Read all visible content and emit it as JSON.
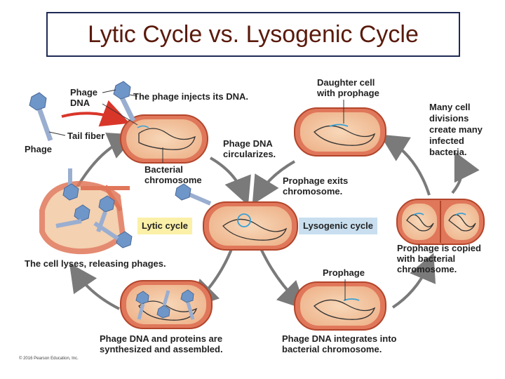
{
  "title": "Lytic Cycle vs. Lysogenic Cycle",
  "labels": {
    "phage_dna": [
      "Phage",
      "DNA"
    ],
    "phage_injects": "The phage injects its DNA.",
    "tail_fiber": "Tail fiber",
    "phage": "Phage",
    "bacterial_chromosome": [
      "Bacterial",
      "chromosome"
    ],
    "phage_dna_circularizes": [
      "Phage DNA",
      "circularizes."
    ],
    "daughter_cell": [
      "Daughter cell",
      "with prophage"
    ],
    "many_cell_divisions": [
      "Many cell",
      "divisions",
      "create many",
      "infected",
      "bacteria."
    ],
    "prophage_exits": [
      "Prophage exits",
      "chromosome."
    ],
    "lytic_cycle": "Lytic cycle",
    "lysogenic_cycle": "Lysogenic cycle",
    "cell_lyses": "The cell lyses, releasing phages.",
    "prophage_copied": [
      "Prophage is copied",
      "with bacterial",
      "chromosome."
    ],
    "prophage": "Prophage",
    "synthesized": [
      "Phage DNA and proteins are",
      "synthesized and assembled."
    ],
    "integrates": [
      "Phage DNA integrates into",
      "bacterial chromosome."
    ],
    "copyright": "© 2016 Pearson Education, Inc."
  },
  "colors": {
    "title_text": "#5a1a0c",
    "title_border": "#1f2b55",
    "cell_wall": "#e0775a",
    "cell_inner": "#f3c9a3",
    "cell_border": "#b3452b",
    "prophage_dna": "#3aa0d4",
    "arrow": "#7a7a7a",
    "inject_arrow": "#d9362a",
    "lytic_tag_bg": "#fbf0a8",
    "lysogenic_tag_bg": "#c9dff0",
    "phage_head": "#6f96c8",
    "phage_tail": "#9aaed0"
  }
}
